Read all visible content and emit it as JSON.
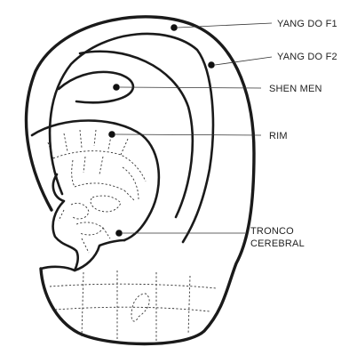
{
  "labels": {
    "yang_do_f1": "YANG DO F1",
    "yang_do_f2": "YANG DO F2",
    "shen_men": "SHEN MEN",
    "rim": "RIM",
    "tronco_line1": "TRONCO",
    "tronco_line2": "CEREBRAL"
  },
  "colors": {
    "ink": "#1a1a1a",
    "background": "#ffffff"
  }
}
